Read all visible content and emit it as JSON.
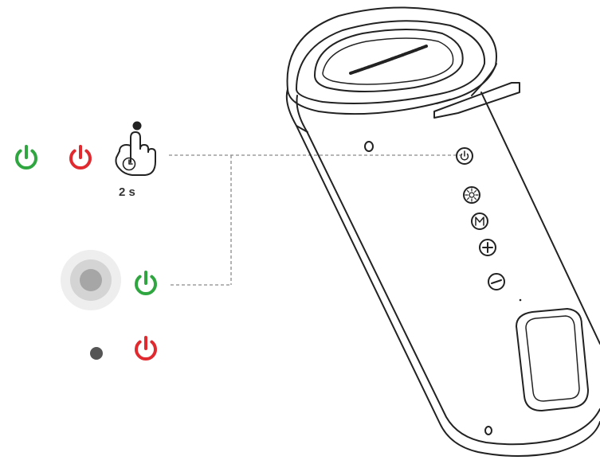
{
  "instruction": {
    "hold_duration_label": "2 s"
  },
  "colors": {
    "power_on": "#2fa640",
    "power_off": "#e02a30",
    "line_art": "#222222",
    "connector": "#8a8a8a",
    "led_outer": "#eeeeee",
    "led_mid": "#d4d4d4",
    "led_inner": "#a6a6a6",
    "led_off": "#555555"
  },
  "icons": {
    "power_on_icon": "power-icon-green",
    "power_off_icon": "power-icon-red",
    "press_hold_icon": "hand-press-hold-icon",
    "led_lit": "led-lit-glow",
    "led_dark": "led-off-dot"
  },
  "speaker": {
    "buttons": [
      "power",
      "light",
      "mode",
      "volume-up",
      "volume-down"
    ]
  }
}
